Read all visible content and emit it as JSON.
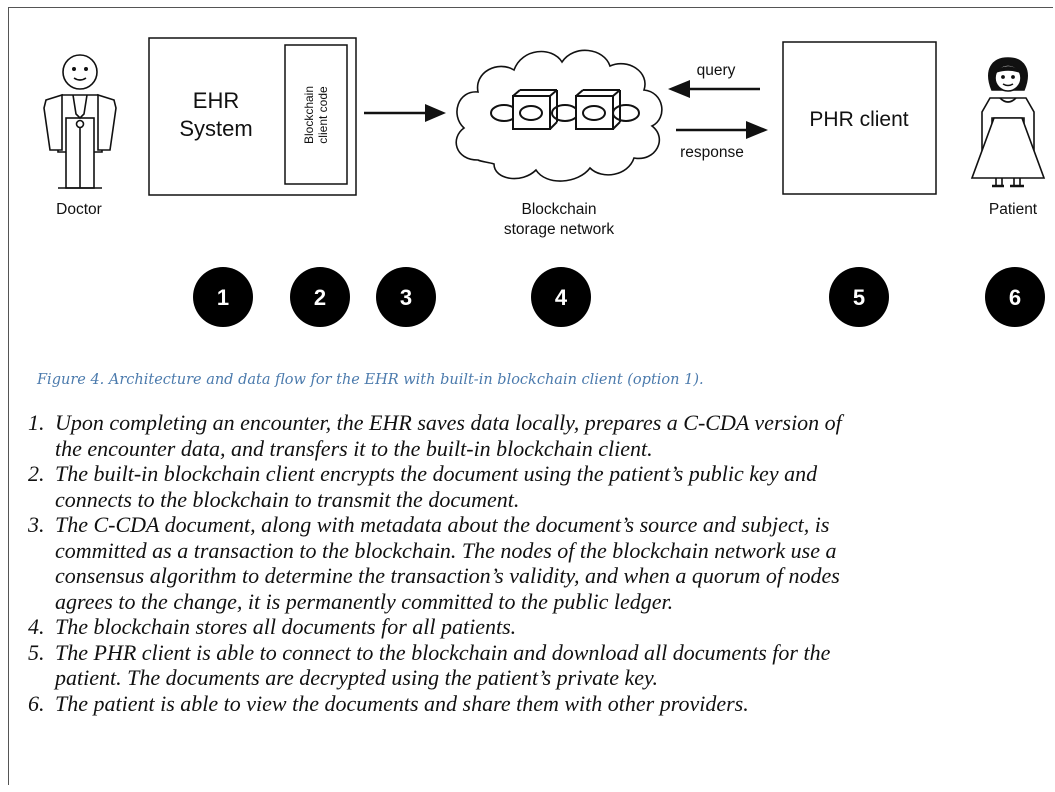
{
  "diagram": {
    "actors": {
      "doctor": "Doctor",
      "patient": "Patient"
    },
    "ehr": {
      "title_line1": "EHR",
      "title_line2": "System",
      "client_line1": "Blockchain",
      "client_line2": "client code"
    },
    "network": {
      "label_line1": "Blockchain",
      "label_line2": "storage network"
    },
    "phr": {
      "label": "PHR client"
    },
    "arrows": {
      "query": "query",
      "response": "response"
    },
    "badges": [
      "1",
      "2",
      "3",
      "4",
      "5",
      "6"
    ]
  },
  "caption": "Figure 4. Architecture and data flow for the EHR with built-in blockchain client (option 1).",
  "steps": [
    {
      "num": "1.",
      "line1": "Upon completing an encounter, the EHR saves data locally, prepares a C-CDA version of",
      "line2": "the encounter data, and transfers it to the built-in blockchain client.",
      "line3": "",
      "line4": ""
    },
    {
      "num": "2.",
      "line1": "The built-in blockchain client encrypts the document using the patient’s public key and",
      "line2": "connects to the blockchain to transmit the document.",
      "line3": "",
      "line4": ""
    },
    {
      "num": "3.",
      "line1": "The C-CDA document, along with metadata about the document’s source and subject, is",
      "line2": "committed as a transaction to the blockchain. The nodes of the blockchain network use a",
      "line3": "consensus algorithm to determine the transaction’s validity, and when a quorum of nodes",
      "line4": "agrees to the change, it is permanently committed to the public ledger."
    },
    {
      "num": "4.",
      "line1": "The blockchain stores all documents for all patients.",
      "line2": "",
      "line3": "",
      "line4": ""
    },
    {
      "num": "5.",
      "line1": "The PHR client is able to connect to the blockchain and download all documents for the",
      "line2": "patient. The documents are decrypted using the patient’s private key.",
      "line3": "",
      "line4": ""
    },
    {
      "num": "6.",
      "line1": "The patient is able to view the documents and share them with other providers.",
      "line2": "",
      "line3": "",
      "line4": ""
    }
  ]
}
